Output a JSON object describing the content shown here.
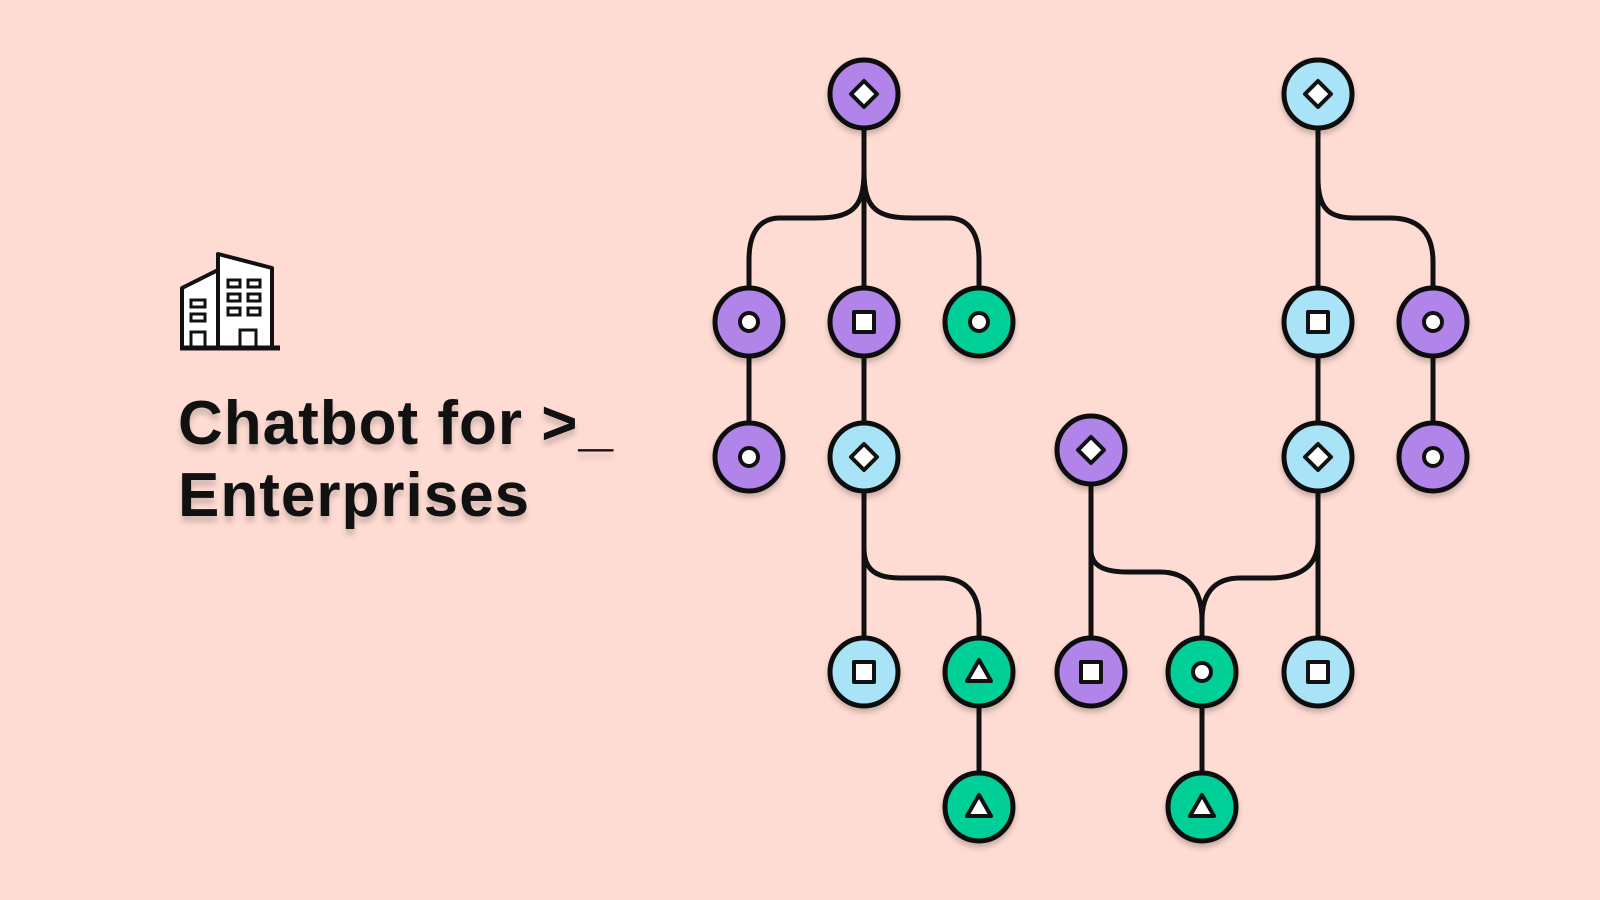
{
  "title": {
    "line1": "Chatbot for >_",
    "line2": "Enterprises"
  },
  "icons": {
    "building": "building-icon"
  },
  "colors": {
    "background": "#ffdcd3",
    "purple": "#b084e8",
    "blue": "#a8e3f7",
    "green": "#00cf97",
    "stroke": "#111111"
  },
  "diagram": {
    "nodes": [
      {
        "id": "a1",
        "color": "purple",
        "symbol": "diamond"
      },
      {
        "id": "a2",
        "color": "purple",
        "symbol": "circle"
      },
      {
        "id": "a3",
        "color": "purple",
        "symbol": "square"
      },
      {
        "id": "a4",
        "color": "green",
        "symbol": "circle"
      },
      {
        "id": "a5",
        "color": "purple",
        "symbol": "circle"
      },
      {
        "id": "a6",
        "color": "blue",
        "symbol": "diamond"
      },
      {
        "id": "a7",
        "color": "blue",
        "symbol": "square"
      },
      {
        "id": "a8",
        "color": "green",
        "symbol": "triangle"
      },
      {
        "id": "a9",
        "color": "green",
        "symbol": "triangle"
      },
      {
        "id": "b1",
        "color": "blue",
        "symbol": "diamond"
      },
      {
        "id": "b2",
        "color": "blue",
        "symbol": "square"
      },
      {
        "id": "b3",
        "color": "purple",
        "symbol": "circle"
      },
      {
        "id": "b4",
        "color": "blue",
        "symbol": "diamond"
      },
      {
        "id": "b5",
        "color": "purple",
        "symbol": "circle"
      },
      {
        "id": "c1",
        "color": "purple",
        "symbol": "diamond"
      },
      {
        "id": "c2",
        "color": "purple",
        "symbol": "square"
      },
      {
        "id": "c3",
        "color": "green",
        "symbol": "circle"
      },
      {
        "id": "c4",
        "color": "blue",
        "symbol": "square"
      },
      {
        "id": "c5",
        "color": "green",
        "symbol": "triangle"
      }
    ]
  }
}
